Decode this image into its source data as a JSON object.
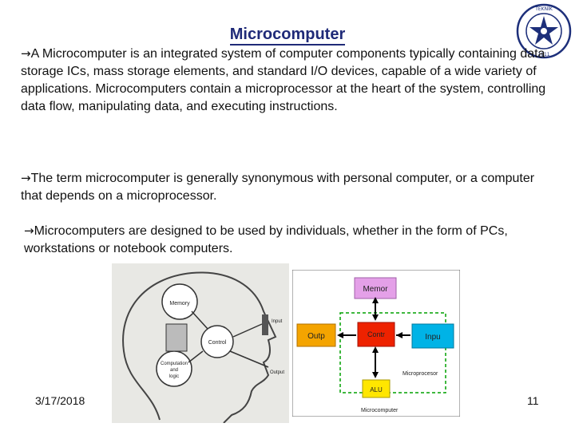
{
  "slide": {
    "title": "Microcomputer",
    "paragraphs": [
      "A Microcomputer is an integrated system of computer components typically containing data storage ICs, mass storage elements, and standard I/O devices, capable of a wide variety of applications. Microcomputers contain a microprocessor at the heart of the system, controlling  data flow, manipulating data, and executing instructions.",
      "The term microcomputer is generally  synonymous with personal computer, or a computer that  depends on a microprocessor.",
      "Microcomputers are designed to be used by individuals,  whether in the form of PCs, workstations or notebook  computers."
    ],
    "arrow_glyph": "→",
    "date": "3/17/2018",
    "page_number": "11"
  },
  "logo": {
    "ring_text": "YILDIZ TEKNİK ÜNİVERSİTESİ",
    "year": "1911",
    "color": "#1d2f7a"
  },
  "figure_left": {
    "labels": {
      "memory": "Memory",
      "control": "Control",
      "computation_1": "Computation",
      "computation_2": "and",
      "computation_3": "logic",
      "input": "Input",
      "output": "Output"
    }
  },
  "figure_right": {
    "memory": "Memor",
    "output": "Outp",
    "control": "Contr",
    "input": "Inpu",
    "alu": "ALU",
    "microprocessor": "Microprocesor",
    "caption": "Microcomputer",
    "colors": {
      "memory": "#e4a0e8",
      "output": "#f4a400",
      "control": "#ee2200",
      "input": "#00b3e6",
      "alu": "#ffe600",
      "frame": "#00a000"
    }
  }
}
